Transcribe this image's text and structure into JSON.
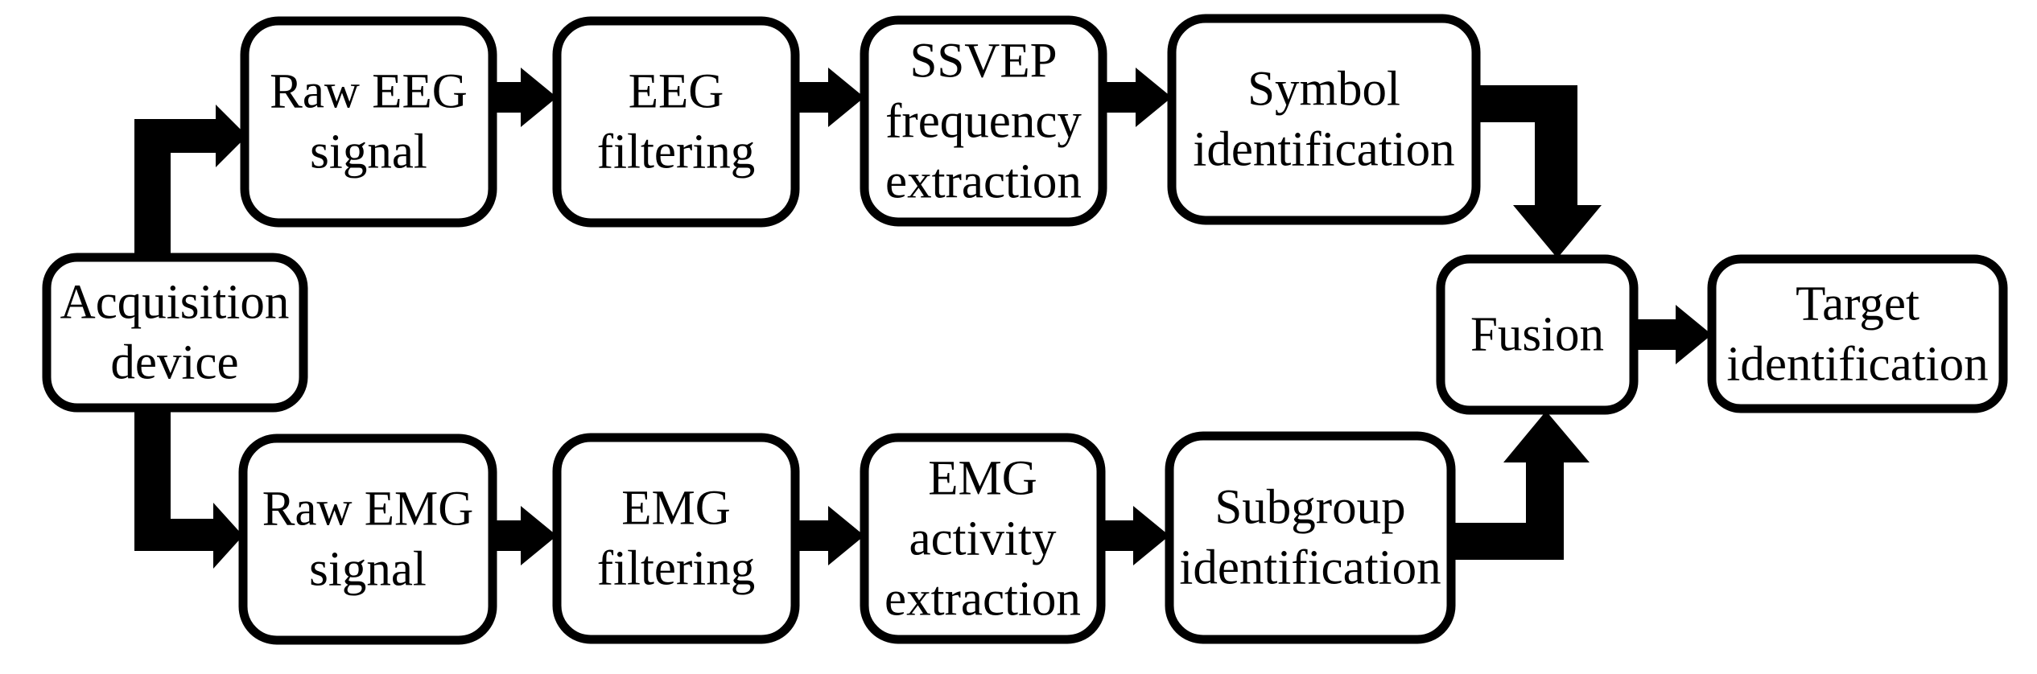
{
  "figure": {
    "type": "flowchart",
    "title": "Hybrid EEG/EMG processing pipeline flowchart",
    "background_color": "#ffffff",
    "box_fill_color": "#ffffff",
    "box_border_color": "#000000",
    "arrow_color": "#000000",
    "text_color": "#000000"
  },
  "nodes": [
    {
      "id": "acquisition-device",
      "lines": [
        "Acquisition",
        "device"
      ]
    },
    {
      "id": "raw-eeg-signal",
      "lines": [
        "Raw EEG",
        "signal"
      ]
    },
    {
      "id": "eeg-filtering",
      "lines": [
        "EEG",
        "filtering"
      ]
    },
    {
      "id": "ssvep-frequency-extraction",
      "lines": [
        "SSVEP",
        "frequency",
        "extraction"
      ]
    },
    {
      "id": "symbol-identification",
      "lines": [
        "Symbol",
        "identification"
      ]
    },
    {
      "id": "raw-emg-signal",
      "lines": [
        "Raw EMG",
        "signal"
      ]
    },
    {
      "id": "emg-filtering",
      "lines": [
        "EMG",
        "filtering"
      ]
    },
    {
      "id": "emg-activity-extraction",
      "lines": [
        "EMG",
        "activity",
        "extraction"
      ]
    },
    {
      "id": "subgroup-identification",
      "lines": [
        "Subgroup",
        "identification"
      ]
    },
    {
      "id": "fusion",
      "lines": [
        "Fusion"
      ]
    },
    {
      "id": "target-identification",
      "lines": [
        "Target",
        "identification"
      ]
    }
  ],
  "edges": [
    {
      "from": "acquisition-device",
      "to": "raw-eeg-signal"
    },
    {
      "from": "acquisition-device",
      "to": "raw-emg-signal"
    },
    {
      "from": "raw-eeg-signal",
      "to": "eeg-filtering"
    },
    {
      "from": "eeg-filtering",
      "to": "ssvep-frequency-extraction"
    },
    {
      "from": "ssvep-frequency-extraction",
      "to": "symbol-identification"
    },
    {
      "from": "symbol-identification",
      "to": "fusion"
    },
    {
      "from": "raw-emg-signal",
      "to": "emg-filtering"
    },
    {
      "from": "emg-filtering",
      "to": "emg-activity-extraction"
    },
    {
      "from": "emg-activity-extraction",
      "to": "subgroup-identification"
    },
    {
      "from": "subgroup-identification",
      "to": "fusion"
    },
    {
      "from": "fusion",
      "to": "target-identification"
    }
  ]
}
